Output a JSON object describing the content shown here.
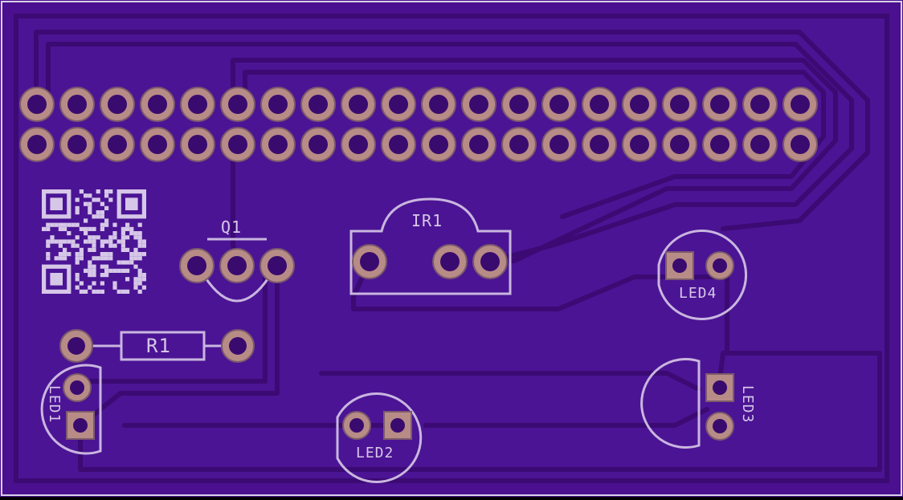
{
  "board": {
    "background": "#4a108f",
    "copper_pour": "#4b1494",
    "trace_color": "#3b0a73",
    "pad_color": "#b88c86",
    "pad_edge": "#7b5a6c",
    "hole_color": "#3a0b6e",
    "silkscreen_color": "#d6c7e8",
    "outline_color": "#d8d0e6"
  },
  "header": {
    "rows": 2,
    "pins_per_row": 20
  },
  "components": {
    "q1": {
      "label": "Q1"
    },
    "r1": {
      "label": "R1"
    },
    "ir1": {
      "label": "IR1"
    },
    "led1": {
      "label": "LED1"
    },
    "led2": {
      "label": "LED2"
    },
    "led3": {
      "label": "LED3"
    },
    "led4": {
      "label": "LED4"
    }
  },
  "qr_code": {
    "icon": "qr-code-icon"
  }
}
